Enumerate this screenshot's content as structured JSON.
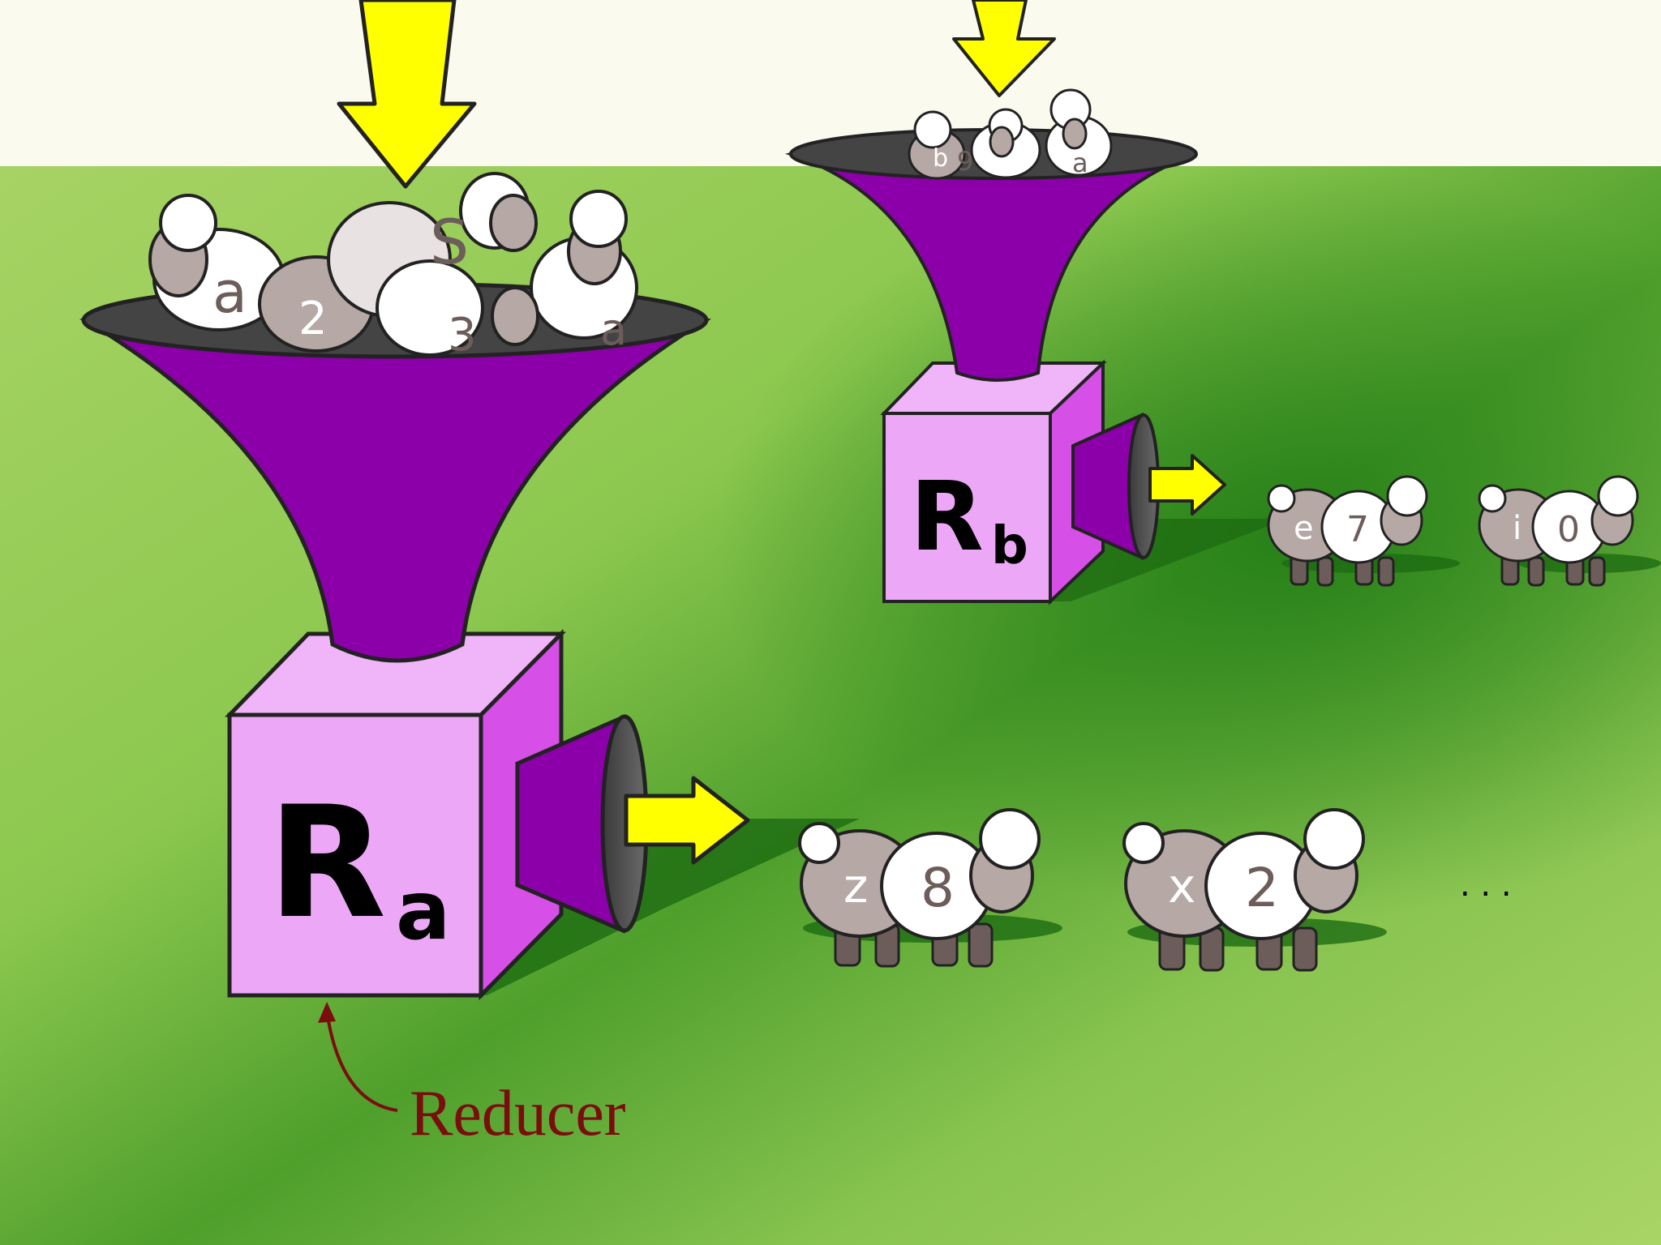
{
  "colors": {
    "sky": "#fbfaef",
    "grass_light": "#a7d364",
    "grass_dark": "#2f8a1e",
    "funnel": "#8b00a8",
    "box_front": "#eca8f6",
    "box_side": "#d64fe6",
    "box_top": "#f0b4f8",
    "arrow": "#ffff00",
    "caption": "#7a0d0d",
    "sheep_wool": "#ffffff",
    "sheep_body": "#b5a8a5"
  },
  "reducer_a": {
    "letter": "R",
    "subscript": "a",
    "input_sheep_labels": [
      "a",
      "2",
      "S",
      "a",
      "3",
      "a"
    ],
    "output_sheep": [
      {
        "key": "z",
        "value": "8"
      },
      {
        "key": "x",
        "value": "2"
      }
    ],
    "continuation": ". . ."
  },
  "reducer_b": {
    "letter": "R",
    "subscript": "b",
    "input_sheep_labels": [
      "b",
      "9",
      "a"
    ],
    "output_sheep": [
      {
        "key": "e",
        "value": "7"
      },
      {
        "key": "i",
        "value": "0"
      }
    ]
  },
  "caption": {
    "text": "Reducer"
  }
}
